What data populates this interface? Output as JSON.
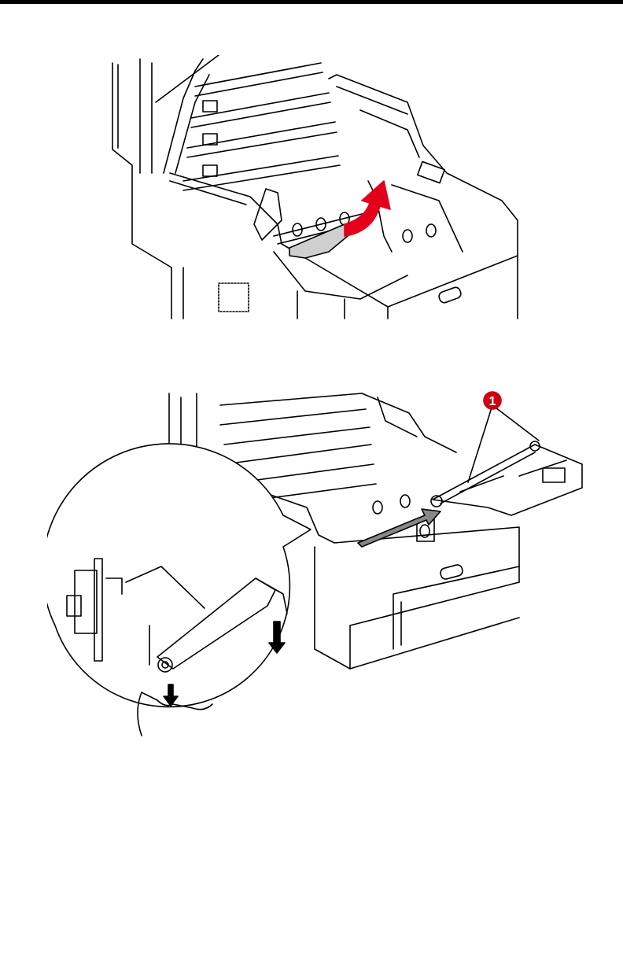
{
  "page": {
    "figures": [
      {
        "description_id": "jam-removal",
        "arrow_color": "#e3001b"
      },
      {
        "description_id": "belt-removal",
        "callout": "1",
        "callout_color": "#cc0010"
      }
    ]
  },
  "colors": {
    "line": "#000000",
    "paper": "#cfcfcf",
    "accent_red": "#e3001b",
    "callout_red": "#cc0010"
  }
}
